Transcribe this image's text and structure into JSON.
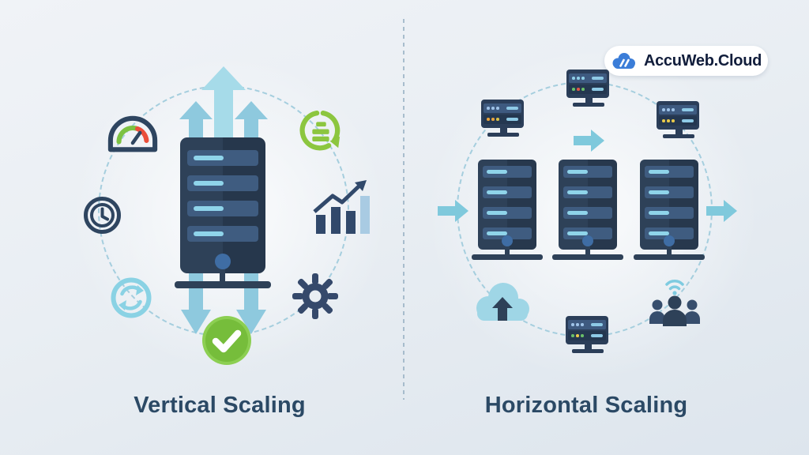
{
  "logo": {
    "brand": "AccuWeb.Cloud",
    "icon": "cloud-logo-icon",
    "accent_color": "#3b7dd8",
    "text_color": "#111d3b"
  },
  "panels": {
    "left": {
      "label": "Vertical Scaling",
      "server_towers": 1,
      "concept_icons": [
        "speedometer-gauge-icon",
        "process-list-refresh-icon",
        "clock-icon",
        "growth-bar-chart-icon",
        "sync-arrows-icon",
        "gear-icon",
        "check-badge-icon"
      ],
      "arrow_directions": [
        "up",
        "up",
        "up",
        "down",
        "down"
      ]
    },
    "right": {
      "label": "Horizontal Scaling",
      "server_towers": 3,
      "peripheral_icons": [
        "server-monitor-icon",
        "server-monitor-icon",
        "server-monitor-icon",
        "server-monitor-icon",
        "cloud-upload-icon",
        "users-wifi-icon"
      ],
      "arrow_directions": [
        "right",
        "right",
        "right"
      ]
    }
  },
  "colors": {
    "background_top": "#f0f3f7",
    "background_bottom": "#dde5ed",
    "navy": "#2e4158",
    "server_bay": "#3f5c80",
    "bay_highlight": "#8fd4ea",
    "arrow_blue": "#8ec9de",
    "dashed_line": "#a5cede",
    "green": "#8cc63f",
    "red": "#ea4f3b",
    "label_text": "#2b4965"
  }
}
